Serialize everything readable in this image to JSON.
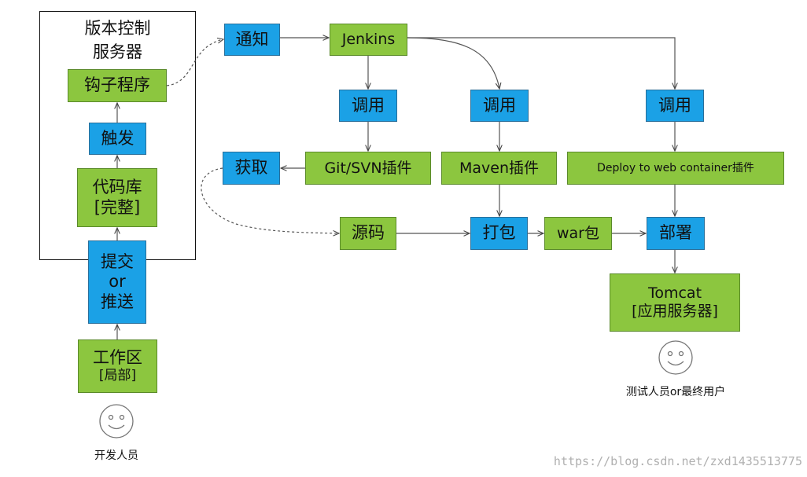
{
  "server": {
    "line1": "版本控制",
    "line2": "服务器"
  },
  "boxes": {
    "hook": "钩子程序",
    "trigger": "触发",
    "repo_line1": "代码库",
    "repo_line2": "[完整]",
    "commit_line1": "提交",
    "commit_line2": "or",
    "commit_line3": "推送",
    "workspace_line1": "工作区",
    "workspace_line2": "[局部]",
    "notify": "通知",
    "jenkins": "Jenkins",
    "invoke1": "调用",
    "invoke2": "调用",
    "invoke3": "调用",
    "git_plugin": "Git/SVN插件",
    "maven_plugin": "Maven插件",
    "deploy_plugin": "Deploy to web container插件",
    "fetch": "获取",
    "source": "源码",
    "package": "打包",
    "war": "war包",
    "deploy": "部署",
    "tomcat_line1": "Tomcat",
    "tomcat_line2": "[应用服务器]"
  },
  "people": {
    "developer": "开发人员",
    "tester": "测试人员or最终用户"
  },
  "watermark": "https://blog.csdn.net/zxd1435513775",
  "colors": {
    "green": "#8cc63f",
    "blue": "#1ba1e6",
    "line": "#555555"
  },
  "icons": [
    "smiley-face-icon",
    "smiley-face-icon"
  ]
}
